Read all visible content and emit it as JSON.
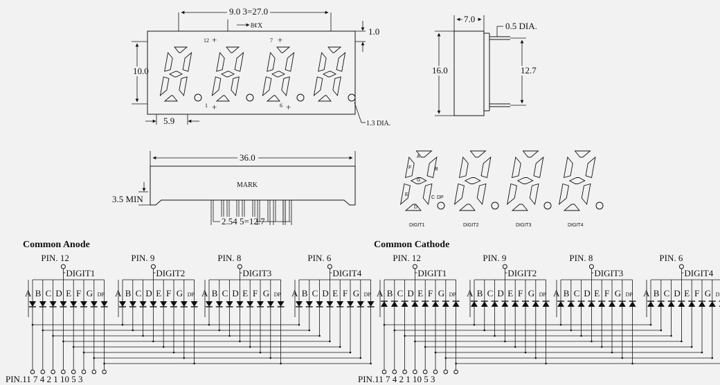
{
  "front_view": {
    "pitch_dim": "9.0  3=27.0",
    "pin_note": "8¢X",
    "height_dim": "10.0",
    "offset_dim": "5.9",
    "hole_dim": "1.3 DIA.",
    "edge_dim": "1.0",
    "pin_labels": [
      "12",
      "7",
      "1",
      "6"
    ]
  },
  "side_view": {
    "depth_dim": "7.0",
    "pin_dia": "0.5 DIA.",
    "height_dim": "16.0",
    "pin_span": "12.7"
  },
  "bottom_view": {
    "width_dim": "36.0",
    "mark": "MARK",
    "pin_len": "3.5 MIN",
    "pitch_dim": "2.54  5=12.7"
  },
  "segment_diagram": {
    "segment_letters": [
      "A",
      "B",
      "C",
      "D",
      "E",
      "F",
      "G"
    ],
    "dp_label": "DP",
    "digit_labels": [
      "DIGIT1",
      "DIGIT2",
      "DIGIT3",
      "DIGIT4"
    ]
  },
  "schematics": [
    {
      "title": "Common Anode",
      "pin_labels": [
        "PIN. 12",
        "PIN. 9",
        "PIN. 8",
        "PIN. 6"
      ],
      "digit_labels": [
        "DIGIT1",
        "DIGIT2",
        "DIGIT3",
        "DIGIT4"
      ],
      "bottom_pins": "PIN.11 7  4  2  1 10 5  3"
    },
    {
      "title": "Common Cathode",
      "pin_labels": [
        "PIN. 12",
        "PIN. 9",
        "PIN. 8",
        "PIN. 6"
      ],
      "digit_labels": [
        "DIGIT1",
        "DIGIT2",
        "DIGIT3",
        "DIGIT4"
      ],
      "bottom_pins": "PIN.11 7  4  2  1 10 5  3"
    }
  ],
  "segment_labels": [
    "A",
    "B",
    "C",
    "D",
    "E",
    "F",
    "G",
    "DP"
  ]
}
